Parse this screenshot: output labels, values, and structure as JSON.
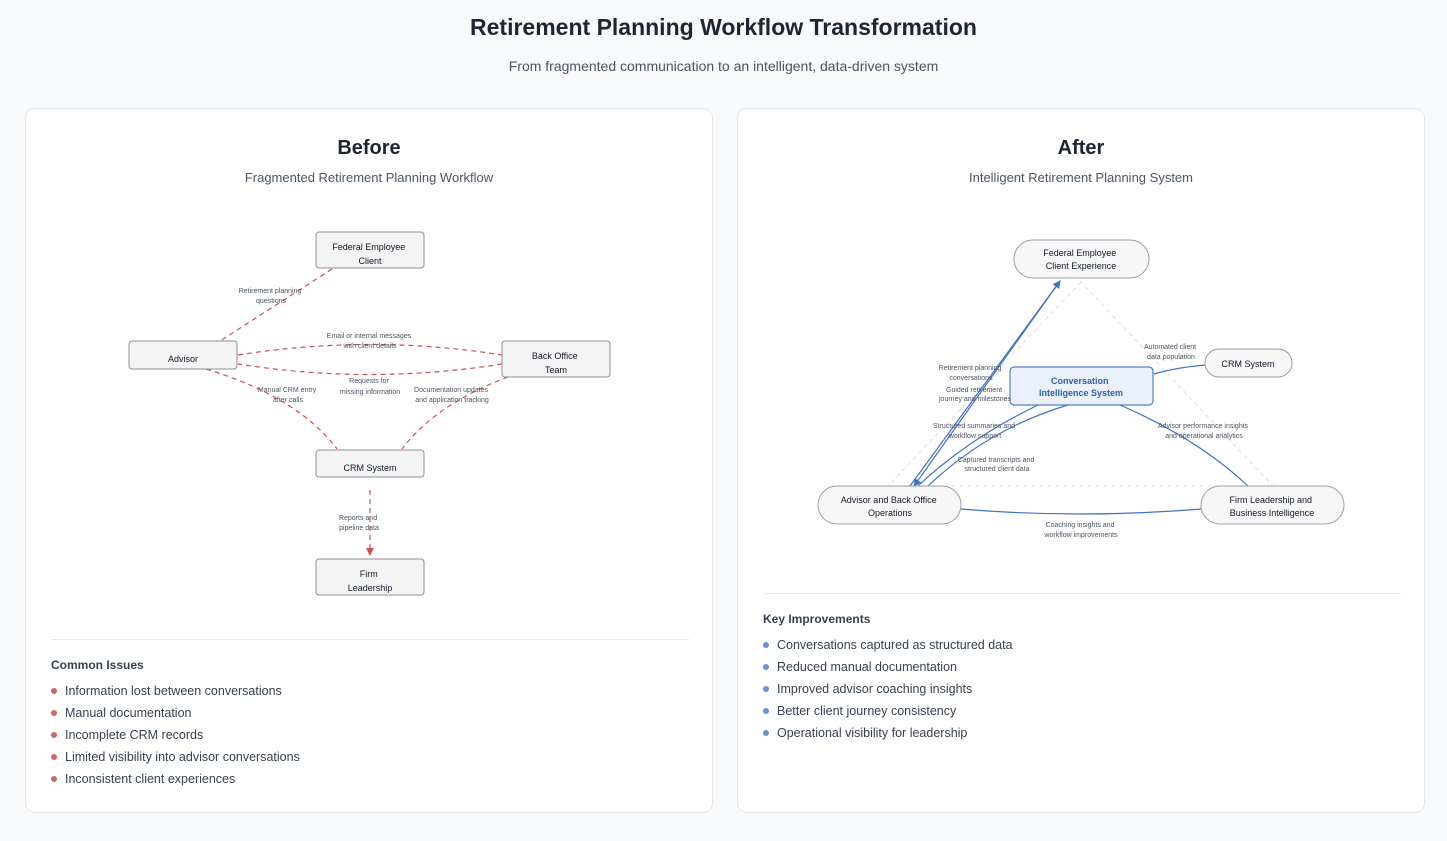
{
  "page": {
    "title": "Retirement Planning Workflow Transformation",
    "subtitle": "From fragmented communication to an intelligent, data-driven system"
  },
  "before": {
    "title": "Before",
    "subtitle": "Fragmented Retirement Planning Workflow",
    "nodes": {
      "client": [
        "Federal Employee",
        "Client"
      ],
      "advisor": [
        "Advisor"
      ],
      "backoffice": [
        "Back Office",
        "Team"
      ],
      "crm": [
        "CRM System"
      ],
      "leadership": [
        "Firm",
        "Leadership"
      ]
    },
    "edges": {
      "client_advisor": [
        "Retirement planning",
        "questions"
      ],
      "advisor_backoffice": [
        "Email or internal messages",
        "with client details"
      ],
      "backoffice_advisor": [
        "Requests for",
        "missing information"
      ],
      "advisor_crm": [
        "Manual CRM entry",
        "after calls"
      ],
      "backoffice_crm": [
        "Documentation updates",
        "and application tracking"
      ],
      "crm_leadership": [
        "Reports and",
        "pipeline data"
      ]
    },
    "issues_title": "Common Issues",
    "issues": [
      "Information lost between conversations",
      "Manual documentation",
      "Incomplete CRM records",
      "Limited visibility into advisor conversations",
      "Inconsistent client experiences"
    ],
    "colors": {
      "edge": "#c9525a",
      "bullet": "#d0656c",
      "node_fill": "#f4f4f5",
      "node_stroke": "#8c8f94"
    }
  },
  "after": {
    "title": "After",
    "subtitle": "Intelligent Retirement Planning System",
    "nodes": {
      "client": [
        "Federal Employee",
        "Client Experience"
      ],
      "ci": [
        "Conversation",
        "Intelligence System"
      ],
      "crm": [
        "CRM System"
      ],
      "advisor": [
        "Advisor and Back Office",
        "Operations"
      ],
      "leadership": [
        "Firm Leadership and",
        "Business Intelligence"
      ]
    },
    "edges": {
      "advisor_client": [
        "Retirement planning",
        "conversations"
      ],
      "client_advisor": [
        "Guided retirement",
        "journey and milestones"
      ],
      "ci_crm": [
        "Automated client",
        "data population"
      ],
      "ci_advisor": [
        "Structured summaries and",
        "workflow support"
      ],
      "advisor_ci": [
        "Captured transcripts and",
        "structured client data"
      ],
      "ci_leadership": [
        "Advisor performance insights",
        "and operational analytics"
      ],
      "leadership_advisor": [
        "Coaching insights and",
        "workflow improvements"
      ]
    },
    "improvements_title": "Key Improvements",
    "improvements": [
      "Conversations captured as structured data",
      "Reduced manual documentation",
      "Improved advisor coaching insights",
      "Better client journey consistency",
      "Operational visibility for leadership"
    ],
    "colors": {
      "edge": "#3f72c6",
      "bullet": "#6a93d3",
      "ci_fill": "#eaf1fc",
      "ci_text": "#2f5fa8",
      "node_fill": "#f7f7f8",
      "node_stroke": "#9a9da3"
    }
  }
}
